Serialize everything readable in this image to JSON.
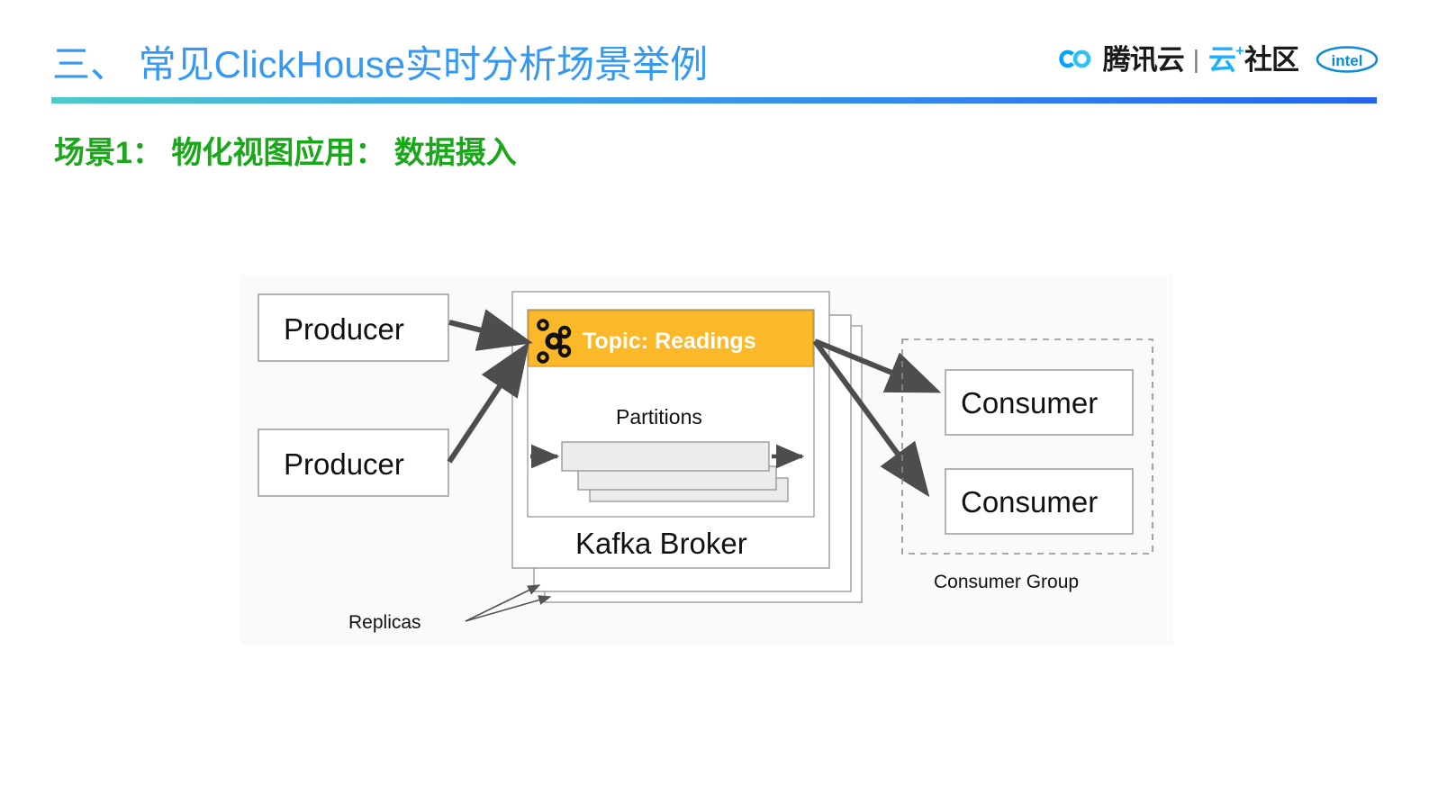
{
  "header": {
    "section_title": "三、 常见ClickHouse实时分析场景举例",
    "title_color": "#3399f3",
    "underline_gradient_from": "#4ec9c9",
    "underline_gradient_to": "#2563f0"
  },
  "brand": {
    "cloud_icon": "tencent-cloud-icon",
    "name": "腾讯云",
    "divider": "|",
    "community_blue": "云",
    "community_plus": "+",
    "community_suffix": "社区",
    "intel_text": "intel",
    "intel_color": "#0f8ad4",
    "blue_accent": "#1daeff"
  },
  "scene": {
    "subtitle": "场景1： 物化视图应用： 数据摄入",
    "subtitle_color": "#1aa81a"
  },
  "diagram": {
    "background": "#fafafa",
    "topic_bar_color": "#fbb829",
    "box_border_color": "#9a9a9a",
    "arrow_color": "#4d4d4d",
    "producers": [
      {
        "label": "Producer"
      },
      {
        "label": "Producer"
      }
    ],
    "broker": {
      "topic_label": "Topic: Readings",
      "topic_icon": "kafka-logo-icon",
      "partitions_label": "Partitions",
      "partition_count": 3,
      "broker_label": "Kafka Broker",
      "replica_count": 3
    },
    "replicas_label": "Replicas",
    "consumer_group": {
      "label": "Consumer Group",
      "consumers": [
        {
          "label": "Consumer"
        },
        {
          "label": "Consumer"
        }
      ]
    }
  }
}
